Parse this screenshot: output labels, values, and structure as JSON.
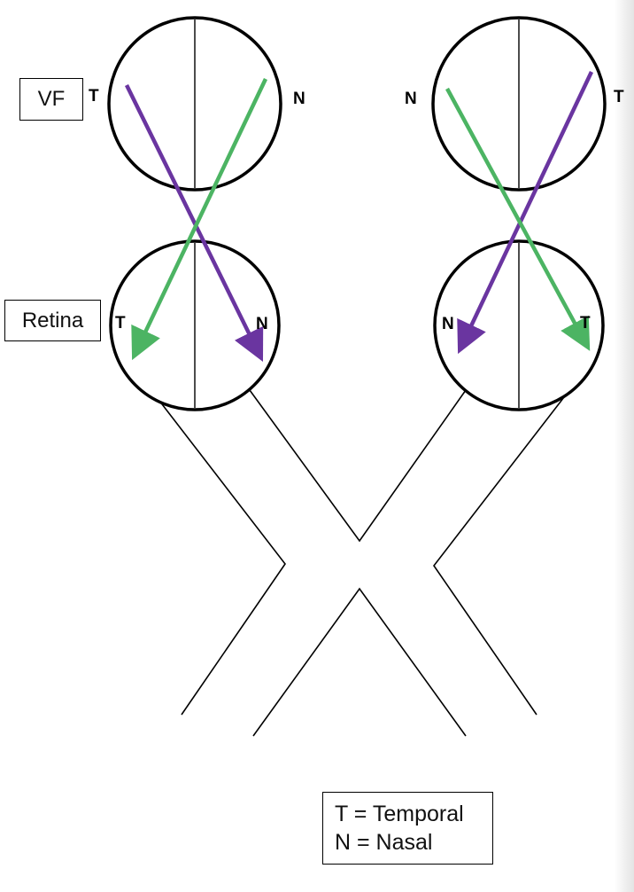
{
  "labels": {
    "vf": "VF",
    "retina": "Retina"
  },
  "left_eye": {
    "vf_left": "T",
    "vf_right": "N",
    "retina_left": "T",
    "retina_right": "N"
  },
  "right_eye": {
    "vf_left": "N",
    "vf_right": "T",
    "retina_left": "N",
    "retina_right": "T"
  },
  "legend": {
    "line1": "T = Temporal",
    "line2": "N = Nasal"
  },
  "colors": {
    "purple_arrow": "#6a35a0",
    "green_arrow": "#4cb463",
    "outline": "#000000"
  }
}
